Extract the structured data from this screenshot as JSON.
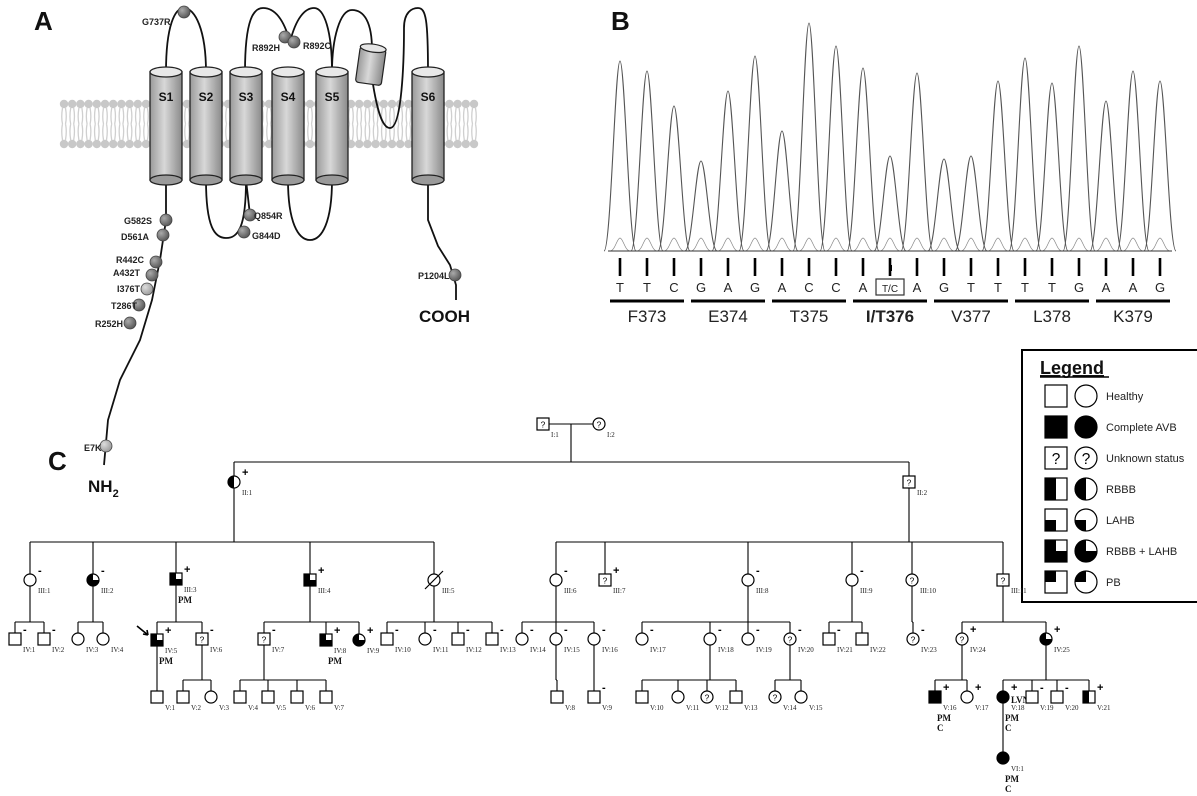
{
  "panels": {
    "a": "A",
    "b": "B",
    "c": "C"
  },
  "channel": {
    "segments": [
      "S1",
      "S2",
      "S3",
      "S4",
      "S5",
      "S6"
    ],
    "mutations": [
      "G737R",
      "R892H",
      "R892C",
      "G582S",
      "Q854R",
      "G844D",
      "D561A",
      "R442C",
      "A432T",
      "I376T",
      "T286T",
      "R252H",
      "E7K",
      "P1204L"
    ],
    "n_terminus": "NH",
    "n_terminus_sub": "2",
    "c_terminus": "COOH"
  },
  "sequence": {
    "bases": [
      "T",
      "T",
      "C",
      "G",
      "A",
      "G",
      "A",
      "C",
      "C",
      "A",
      "T/C",
      "A",
      "G",
      "T",
      "T",
      "T",
      "T",
      "G",
      "A",
      "A",
      "G"
    ],
    "codons": [
      "F373",
      "E374",
      "T375",
      "I/T376",
      "V377",
      "L378",
      "K379"
    ],
    "highlight_codon": 3
  },
  "legend": {
    "title": "Legend",
    "items": [
      {
        "key": "healthy",
        "label": "Healthy"
      },
      {
        "key": "complete",
        "label": "Complete AVB"
      },
      {
        "key": "unknown",
        "label": "Unknown status"
      },
      {
        "key": "rbbb",
        "label": "RBBB"
      },
      {
        "key": "lahb",
        "label": "LAHB"
      },
      {
        "key": "rbbblahb",
        "label": "RBBB + LAHB"
      },
      {
        "key": "pb",
        "label": "PB"
      }
    ],
    "unknown_symbol": "?"
  },
  "pedigree": {
    "individuals": [
      {
        "id": "I:1",
        "sex": "m",
        "pheno": "unknown"
      },
      {
        "id": "I:2",
        "sex": "f",
        "pheno": "unknown"
      },
      {
        "id": "II:1",
        "sex": "f",
        "pheno": "rbbb",
        "mark": "+"
      },
      {
        "id": "II:2",
        "sex": "m",
        "pheno": "unknown"
      },
      {
        "id": "III:1",
        "sex": "f",
        "pheno": "healthy",
        "mark": "-"
      },
      {
        "id": "III:2",
        "sex": "f",
        "pheno": "rbbblahb",
        "mark": "-"
      },
      {
        "id": "III:3",
        "sex": "m",
        "pheno": "rbbblahb",
        "mark": "+",
        "note": "PM"
      },
      {
        "id": "III:4",
        "sex": "m",
        "pheno": "rbbblahb",
        "mark": "+"
      },
      {
        "id": "III:5",
        "sex": "f",
        "pheno": "healthy",
        "deceased": true
      },
      {
        "id": "III:6",
        "sex": "f",
        "pheno": "healthy",
        "mark": "-"
      },
      {
        "id": "III:7",
        "sex": "m",
        "pheno": "unknown",
        "mark": "+"
      },
      {
        "id": "III:8",
        "sex": "f",
        "pheno": "healthy",
        "mark": "-"
      },
      {
        "id": "III:9",
        "sex": "f",
        "pheno": "healthy",
        "mark": "-"
      },
      {
        "id": "III:10",
        "sex": "f",
        "pheno": "unknown"
      },
      {
        "id": "III:11",
        "sex": "m",
        "pheno": "unknown"
      },
      {
        "id": "IV:1",
        "sex": "m",
        "pheno": "healthy",
        "mark": "-"
      },
      {
        "id": "IV:2",
        "sex": "m",
        "pheno": "healthy",
        "mark": "-"
      },
      {
        "id": "IV:3",
        "sex": "f",
        "pheno": "healthy"
      },
      {
        "id": "IV:4",
        "sex": "f",
        "pheno": "healthy"
      },
      {
        "id": "IV:5",
        "sex": "m",
        "pheno": "rbbblahb",
        "mark": "+",
        "note": "PM",
        "proband": true
      },
      {
        "id": "IV:6",
        "sex": "m",
        "pheno": "unknown",
        "mark": "-"
      },
      {
        "id": "IV:7",
        "sex": "m",
        "pheno": "unknown",
        "mark": "-"
      },
      {
        "id": "IV:8",
        "sex": "m",
        "pheno": "rbbblahb",
        "mark": "+",
        "note": "PM"
      },
      {
        "id": "IV:9",
        "sex": "f",
        "pheno": "rbbblahb",
        "mark": "+"
      },
      {
        "id": "IV:10",
        "sex": "m",
        "pheno": "healthy",
        "mark": "-"
      },
      {
        "id": "IV:11",
        "sex": "f",
        "pheno": "healthy",
        "mark": "-"
      },
      {
        "id": "IV:12",
        "sex": "m",
        "pheno": "healthy",
        "mark": "-"
      },
      {
        "id": "IV:13",
        "sex": "m",
        "pheno": "healthy",
        "mark": "-"
      },
      {
        "id": "IV:14",
        "sex": "f",
        "pheno": "healthy",
        "mark": "-"
      },
      {
        "id": "IV:15",
        "sex": "f",
        "pheno": "healthy",
        "mark": "-"
      },
      {
        "id": "IV:16",
        "sex": "f",
        "pheno": "healthy",
        "mark": "-"
      },
      {
        "id": "IV:17",
        "sex": "f",
        "pheno": "healthy",
        "mark": "-"
      },
      {
        "id": "IV:18",
        "sex": "f",
        "pheno": "healthy",
        "mark": "-"
      },
      {
        "id": "IV:19",
        "sex": "f",
        "pheno": "healthy",
        "mark": "-"
      },
      {
        "id": "IV:20",
        "sex": "f",
        "pheno": "unknown",
        "mark": "-"
      },
      {
        "id": "IV:21",
        "sex": "m",
        "pheno": "healthy",
        "mark": "-"
      },
      {
        "id": "IV:22",
        "sex": "m",
        "pheno": "healthy"
      },
      {
        "id": "IV:23",
        "sex": "f",
        "pheno": "unknown",
        "mark": "-"
      },
      {
        "id": "IV:24",
        "sex": "f",
        "pheno": "unknown",
        "mark": "+"
      },
      {
        "id": "IV:25",
        "sex": "f",
        "pheno": "rbbblahb",
        "mark": "+"
      },
      {
        "id": "V:1",
        "sex": "m",
        "pheno": "healthy"
      },
      {
        "id": "V:2",
        "sex": "m",
        "pheno": "healthy"
      },
      {
        "id": "V:3",
        "sex": "f",
        "pheno": "healthy"
      },
      {
        "id": "V:4",
        "sex": "m",
        "pheno": "healthy"
      },
      {
        "id": "V:5",
        "sex": "m",
        "pheno": "healthy"
      },
      {
        "id": "V:6",
        "sex": "m",
        "pheno": "healthy"
      },
      {
        "id": "V:7",
        "sex": "m",
        "pheno": "healthy"
      },
      {
        "id": "V:8",
        "sex": "m",
        "pheno": "healthy"
      },
      {
        "id": "V:9",
        "sex": "m",
        "pheno": "healthy",
        "mark": "-"
      },
      {
        "id": "V:10",
        "sex": "m",
        "pheno": "healthy"
      },
      {
        "id": "V:11",
        "sex": "f",
        "pheno": "healthy"
      },
      {
        "id": "V:12",
        "sex": "f",
        "pheno": "unknown"
      },
      {
        "id": "V:13",
        "sex": "m",
        "pheno": "healthy"
      },
      {
        "id": "V:14",
        "sex": "f",
        "pheno": "unknown"
      },
      {
        "id": "V:15",
        "sex": "f",
        "pheno": "healthy"
      },
      {
        "id": "V:16",
        "sex": "m",
        "pheno": "complete",
        "mark": "+",
        "note": "PM",
        "note2": "C"
      },
      {
        "id": "V:17",
        "sex": "f",
        "pheno": "healthy",
        "mark": "+"
      },
      {
        "id": "V:18",
        "sex": "f",
        "pheno": "complete",
        "mark": "+",
        "note": "PM",
        "note2": "C",
        "note3": "LVNC"
      },
      {
        "id": "V:19",
        "sex": "m",
        "pheno": "healthy",
        "mark": "-"
      },
      {
        "id": "V:20",
        "sex": "m",
        "pheno": "healthy",
        "mark": "-"
      },
      {
        "id": "V:21",
        "sex": "m",
        "pheno": "rbbb",
        "mark": "+"
      },
      {
        "id": "VI:1",
        "sex": "f",
        "pheno": "complete",
        "note": "PM",
        "note2": "C"
      }
    ]
  }
}
